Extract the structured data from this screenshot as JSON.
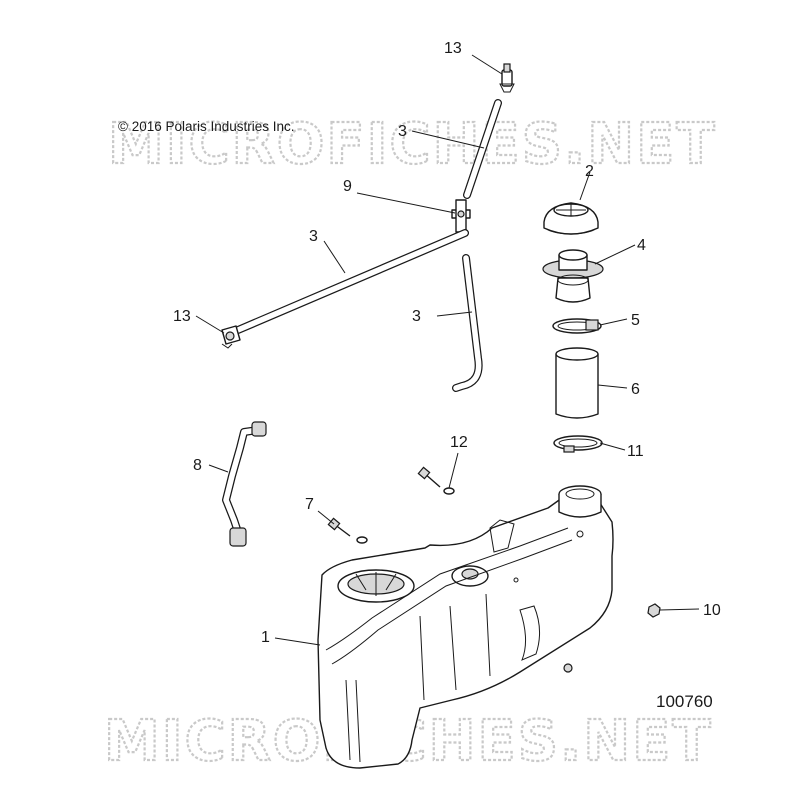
{
  "copyright": "© 2016 Polaris Industries Inc.",
  "figure_number": "100760",
  "watermark_text": "MICROFICHES.NET",
  "callouts": {
    "c1": "1",
    "c2": "2",
    "c3a": "3",
    "c3b": "3",
    "c3c": "3",
    "c4": "4",
    "c5": "5",
    "c6": "6",
    "c7": "7",
    "c8": "8",
    "c9": "9",
    "c10": "10",
    "c11": "11",
    "c12": "12",
    "c13a": "13",
    "c13b": "13"
  },
  "parts": [
    {
      "ref": "1",
      "icon": "fuel-tank-icon"
    },
    {
      "ref": "2",
      "icon": "fuel-cap-icon"
    },
    {
      "ref": "3",
      "icon": "vent-hose-icon"
    },
    {
      "ref": "4",
      "icon": "filler-neck-icon"
    },
    {
      "ref": "5",
      "icon": "hose-clamp-icon"
    },
    {
      "ref": "6",
      "icon": "filler-hose-icon"
    },
    {
      "ref": "7",
      "icon": "bolt-icon"
    },
    {
      "ref": "8",
      "icon": "fuel-line-icon"
    },
    {
      "ref": "9",
      "icon": "tee-fitting-icon"
    },
    {
      "ref": "10",
      "icon": "nut-icon"
    },
    {
      "ref": "11",
      "icon": "hose-clamp-icon"
    },
    {
      "ref": "12",
      "icon": "bolt-washer-icon"
    },
    {
      "ref": "13",
      "icon": "vent-valve-icon"
    }
  ]
}
